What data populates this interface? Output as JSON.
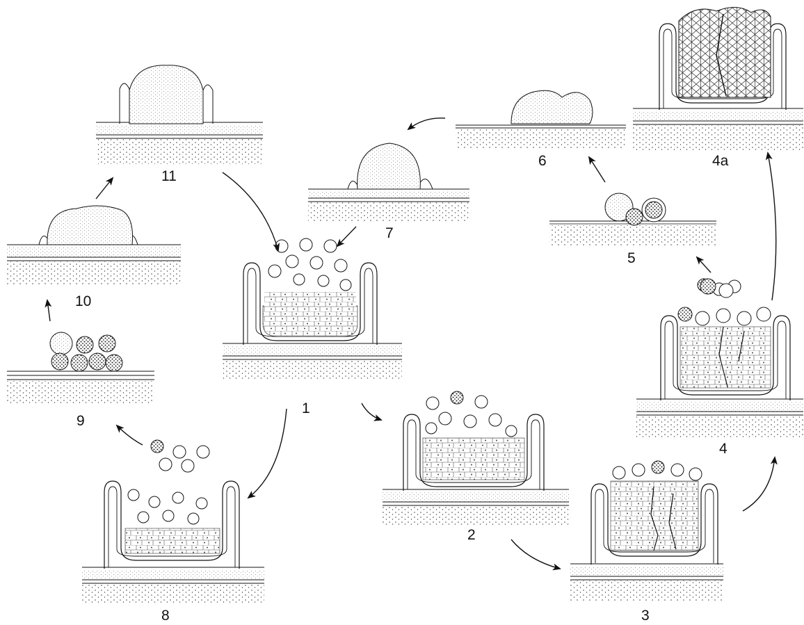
{
  "colors": {
    "ink": "#111111",
    "paper": "#ffffff",
    "stipple": "#555555"
  },
  "figure": {
    "labels": {
      "s1": "1",
      "s2": "2",
      "s3": "3",
      "s4": "4",
      "s4a": "4a",
      "s5": "5",
      "s6": "6",
      "s7": "7",
      "s8": "8",
      "s9": "9",
      "s10": "10",
      "s11": "11"
    },
    "arrows": [
      [
        "1",
        "2"
      ],
      [
        "2",
        "3"
      ],
      [
        "3",
        "4"
      ],
      [
        "4",
        "4a"
      ],
      [
        "4",
        "5"
      ],
      [
        "5",
        "6"
      ],
      [
        "6",
        "7"
      ],
      [
        "7",
        "1"
      ],
      [
        "1",
        "8"
      ],
      [
        "8",
        "9"
      ],
      [
        "9",
        "10"
      ],
      [
        "10",
        "11"
      ],
      [
        "11",
        "1"
      ]
    ]
  }
}
